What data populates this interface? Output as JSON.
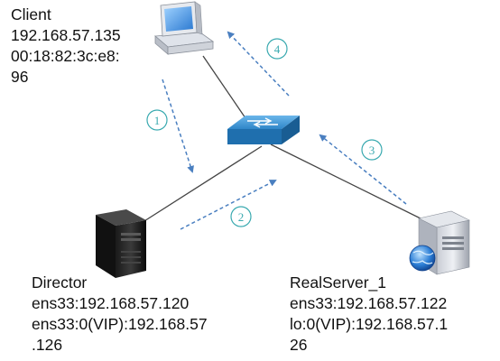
{
  "client": {
    "name": "Client",
    "lines": [
      "192.168.57.135",
      "00:18:82:3c:e8:",
      "96"
    ],
    "icon": "desktop-computer-icon"
  },
  "director": {
    "name": "Director",
    "lines": [
      "ens33:192.168.57.120",
      "ens33:0(VIP):192.168.57",
      ".126"
    ],
    "icon": "server-tower-icon"
  },
  "realserver": {
    "name": "RealServer_1",
    "lines": [
      "ens33:192.168.57.122",
      "lo:0(VIP):192.168.57.1",
      "26"
    ],
    "icon": "web-server-globe-icon"
  },
  "switch": {
    "icon": "network-switch-icon"
  },
  "steps": [
    "1",
    "2",
    "3",
    "4"
  ],
  "colors": {
    "arrow": "#4a7fc0",
    "badge_border": "#3aaab0",
    "badge_text": "#3aaab0",
    "link": "#444444",
    "switch": "#2f86c8"
  }
}
